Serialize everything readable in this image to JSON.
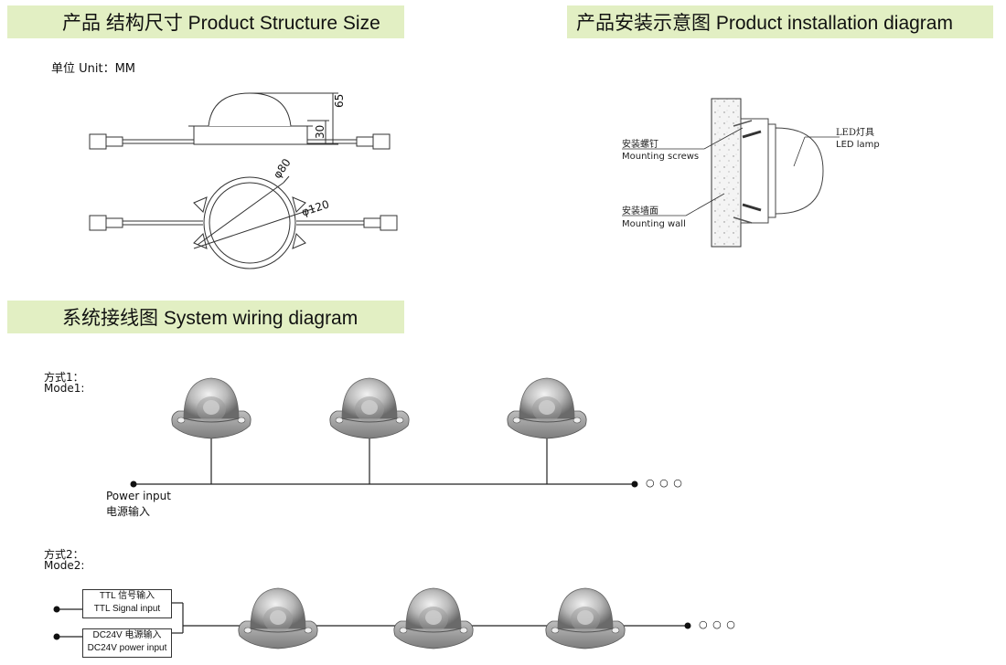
{
  "sections": {
    "structure_title": "产品 结构尺寸 Product Structure Size",
    "install_title": "产品安装示意图 Product installation diagram",
    "wiring_title": "系统接线图 System wiring diagram"
  },
  "structure": {
    "unit_label": "单位 Unit：MM",
    "dim_height_total": "65",
    "dim_height_body": "30",
    "dim_dia_inner": "φ80",
    "dim_dia_outer": "φ120"
  },
  "installation": {
    "screws_cn": "安装螺钉",
    "screws_en": "Mounting screws",
    "wall_cn": "安装墙面",
    "wall_en": "Mounting wall",
    "lamp_cn": "LED灯具",
    "lamp_en": "LED lamp"
  },
  "wiring": {
    "mode1_cn": "方式1：",
    "mode1_en": "Mode1:",
    "power_en": "Power input",
    "power_cn": "电源输入",
    "mode2_cn": "方式2：",
    "mode2_en": "Mode2:",
    "ttl_cn": "TTL 信号输入",
    "ttl_en": "TTL Signal input",
    "dc_cn": "DC24V 电源输入",
    "dc_en": "DC24V power input",
    "ellipsis": "○ ○ ○"
  },
  "colors": {
    "banner": "#e2efc3",
    "lamp_body": "#8e8e8e",
    "dome": "#c9c9c9"
  }
}
